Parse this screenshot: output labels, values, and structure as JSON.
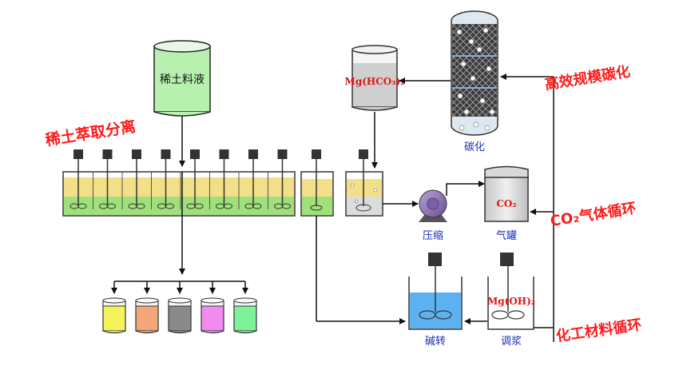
{
  "labels": {
    "feed_tank": "稀土料液",
    "extraction_title": "稀土萃取分离",
    "carbonization_title": "高效规模碳化",
    "co2_cycle_title": "CO₂气体循环",
    "chem_cycle_title": "化工材料循环",
    "carbonization_column": "碳化",
    "compressor": "压缩",
    "gas_tank": "气罐",
    "conversion_tank": "碱转",
    "slurry_tank": "调浆"
  },
  "chemicals": {
    "mg_bicarbonate": "Mg(HCO₃)₂",
    "co2": "CO₂",
    "mg_hydroxide": "Mg(OH)₂"
  },
  "colors": {
    "title_red": "#ff1a1a",
    "label_blue": "#1a2fb8",
    "organic_yellow": "#f3df88",
    "aqueous_green": "#9fe07a",
    "feed_green": "#b8f0b0",
    "water_blue": "#5cb2f0",
    "product_colors": [
      "#f4f35a",
      "#f4a77a",
      "#8a8a8a",
      "#f08cf0",
      "#7df29a"
    ]
  }
}
